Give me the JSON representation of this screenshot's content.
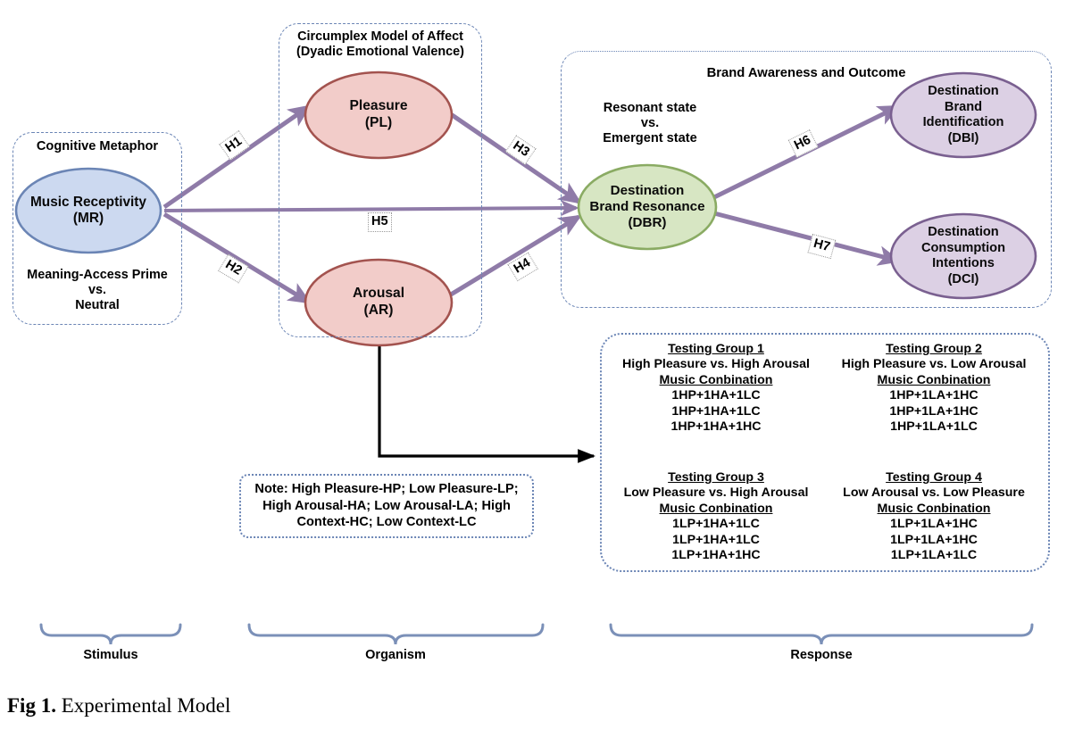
{
  "figure": {
    "number": "Fig 1.",
    "caption": "Experimental Model"
  },
  "groups": {
    "stimulus_box": {
      "title": "Cognitive Metaphor"
    },
    "circumplex_box": {
      "title": "Circumplex Model of Affect\n(Dyadic Emotional Valence)"
    },
    "brand_box": {
      "title": "Brand Awareness and Outcome"
    }
  },
  "nodes": {
    "mr": {
      "label": "Music Receptivity\n(MR)",
      "fill": "#ccd9f0",
      "stroke": "#6b85b5"
    },
    "pl": {
      "label": "Pleasure\n(PL)",
      "fill": "#f2ccc9",
      "stroke": "#a3534f"
    },
    "ar": {
      "label": "Arousal\n(AR)",
      "fill": "#f2ccc9",
      "stroke": "#a3534f"
    },
    "dbr": {
      "label": "Destination\nBrand Resonance\n(DBR)",
      "fill": "#d7e6c3",
      "stroke": "#8aab63"
    },
    "dbi": {
      "label": "Destination\nBrand\nIdentification\n(DBI)",
      "fill": "#dcd0e4",
      "stroke": "#7a6090"
    },
    "dci": {
      "label": "Destination\nConsumption\nIntentions\n(DCI)",
      "fill": "#dcd0e4",
      "stroke": "#7a6090"
    }
  },
  "annotations": {
    "stimulus_condition": "Meaning-Access Prime\nvs.\nNeutral",
    "resonance_state": "Resonant state\nvs.\nEmergent state"
  },
  "hypotheses": [
    {
      "id": "H1",
      "label": "H1"
    },
    {
      "id": "H2",
      "label": "H2"
    },
    {
      "id": "H3",
      "label": "H3"
    },
    {
      "id": "H4",
      "label": "H4"
    },
    {
      "id": "H5",
      "label": "H5"
    },
    {
      "id": "H6",
      "label": "H6"
    },
    {
      "id": "H7",
      "label": "H7"
    }
  ],
  "testing_groups": [
    {
      "title": "Testing Group 1",
      "comparison": "High Pleasure vs. High Arousal",
      "combination_header": "Music Conbination",
      "combinations": [
        "1HP+1HA+1LC",
        "1HP+1HA+1LC",
        "1HP+1HA+1HC"
      ]
    },
    {
      "title": "Testing Group 2",
      "comparison": "High Pleasure vs. Low Arousal",
      "combination_header": "Music Conbination",
      "combinations": [
        "1HP+1LA+1HC",
        "1HP+1LA+1HC",
        "1HP+1LA+1LC"
      ]
    },
    {
      "title": "Testing Group 3",
      "comparison": "Low Pleasure vs. High Arousal",
      "combination_header": "Music Conbination",
      "combinations": [
        "1LP+1HA+1LC",
        "1LP+1HA+1LC",
        "1LP+1HA+1HC"
      ]
    },
    {
      "title": "Testing Group 4",
      "comparison": "Low Arousal vs. Low Pleasure",
      "combination_header": "Music Conbination",
      "combinations": [
        "1LP+1LA+1HC",
        "1LP+1LA+1HC",
        "1LP+1LA+1LC"
      ]
    }
  ],
  "note": {
    "text": "Note: High Pleasure-HP; Low Pleasure-LP; High Arousal-HA; Low Arousal-LA;  High Context-HC;  Low Context-LC"
  },
  "brackets": [
    {
      "id": "stimulus",
      "label": "Stimulus"
    },
    {
      "id": "organism",
      "label": "Organism"
    },
    {
      "id": "response",
      "label": "Response"
    }
  ],
  "colors": {
    "arrow_purple": "#8f7ba8",
    "arrow_black": "#000000",
    "box_border_blue": "#6b85b5",
    "bracket_blue": "#7b90b8"
  }
}
